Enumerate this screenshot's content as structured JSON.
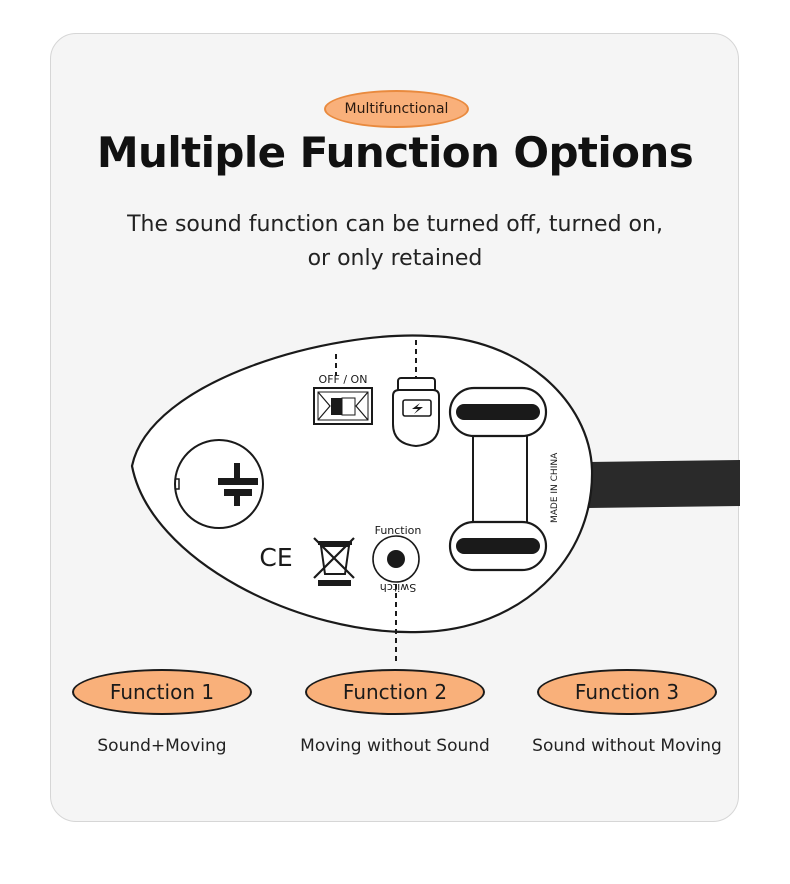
{
  "badge": "Multifunctional",
  "title": "Multiple Function Options",
  "subtitle": [
    "The sound function can be turned off, turned on,",
    "or only retained"
  ],
  "device": {
    "switch_label": "OFF / ON",
    "button_label_top": "Function",
    "button_label_bottom": "Switch",
    "made_in": "MADE IN CHINA",
    "ce_mark": "CE"
  },
  "functions": [
    {
      "label": "Function 1",
      "caption": "Sound+Moving"
    },
    {
      "label": "Function 2",
      "caption": "Moving without Sound"
    },
    {
      "label": "Function 3",
      "caption": "Sound without Moving"
    }
  ],
  "colors": {
    "accent_fill": "#f9b07a",
    "accent_border": "#e98a3e",
    "ink": "#1a1a1a"
  }
}
